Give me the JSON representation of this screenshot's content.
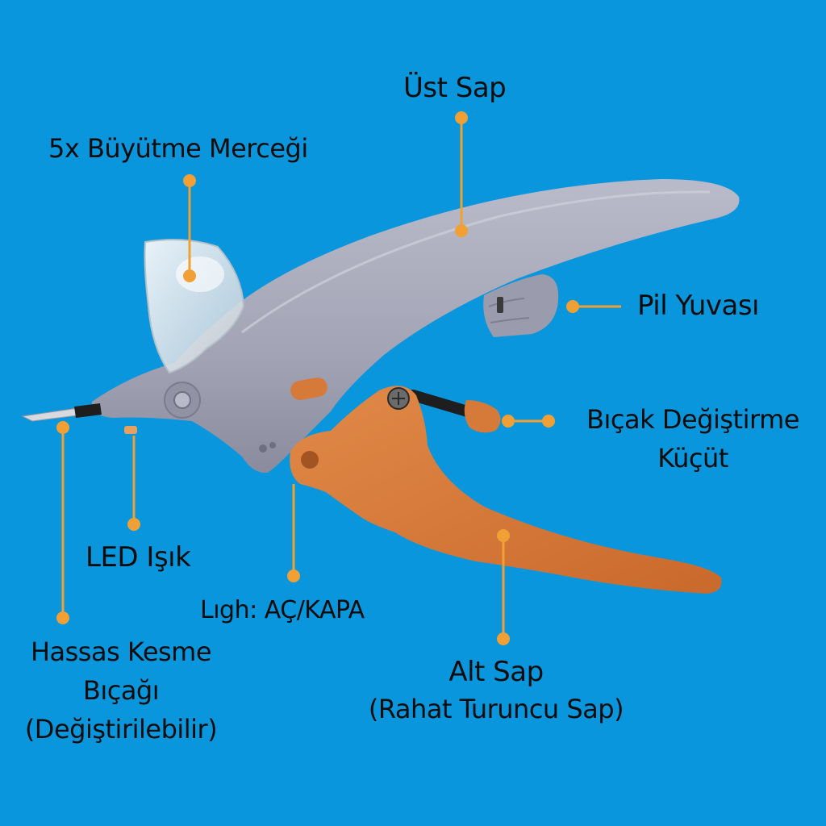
{
  "labels": {
    "ust_sap": "Üst Sap",
    "buyutme_mercegi": "5x Büyütme Merceği",
    "pil_yuvasi": "Pil Yuvası",
    "bicak_degistirme_1": "Bıçak Değiştirme",
    "bicak_degistirme_2": "Küçüt",
    "led_isik": "LED Işık",
    "ligh_ac_kapa": "Lıgh: AÇ/KAPA",
    "hassas_1": "Hassas Kesme",
    "hassas_2": "Bıçağı",
    "hassas_3": "(Değiştirilebilir)",
    "alt_sap_1": "Alt Sap",
    "alt_sap_2": "(Rahat Turuncu Sap)"
  },
  "colors": {
    "background": "#0a96dc",
    "callout": "#f0a034",
    "upper_handle": "#a3a5b6",
    "lower_handle": "#d67a3a",
    "lens": "#e8eef2"
  }
}
